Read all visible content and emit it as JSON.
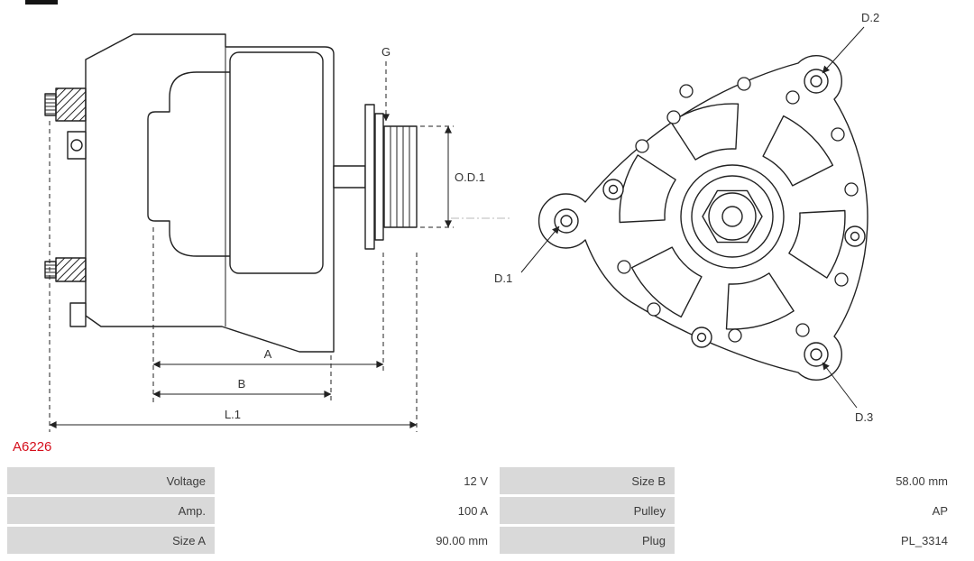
{
  "part_number": {
    "text": "A6226"
  },
  "drawing": {
    "side_view": {
      "labels": {
        "g": "G",
        "od1": "O.D.1",
        "a": "A",
        "b": "B",
        "l1": "L.1"
      }
    },
    "rear_view": {
      "labels": {
        "d1": "D.1",
        "d2": "D.2",
        "d3": "D.3"
      }
    }
  },
  "spec_table": {
    "rows": [
      {
        "c0": "Voltage",
        "c1": "12 V",
        "c2": "Size B",
        "c3": "58.00 mm"
      },
      {
        "c0": "Amp.",
        "c1": "100 A",
        "c2": "Pulley",
        "c3": "AP"
      },
      {
        "c0": "Size A",
        "c1": "90.00 mm",
        "c2": "Plug",
        "c3": "PL_3314"
      }
    ]
  },
  "colors": {
    "part_number": "#d50f1c",
    "table_label_bg": "#d9d9d9",
    "table_value_bg": "#ffffff",
    "table_text": "#3c3c3c",
    "line": "#222222"
  }
}
